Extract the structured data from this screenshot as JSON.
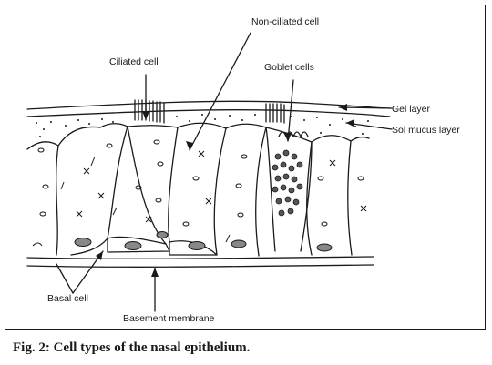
{
  "figure": {
    "labels": {
      "non_ciliated_cell": "Non-ciliated cell",
      "ciliated_cell": "Ciliated cell",
      "goblet_cells": "Goblet cells",
      "gel_layer": "Gel layer",
      "sol_mucus_layer": "Sol mucus layer",
      "basal_cell": "Basal cell",
      "basement_membrane": "Basement membrane"
    },
    "caption": "Fig. 2: Cell types of the nasal epithelium."
  },
  "colors": {
    "ink": "#1a1a1a",
    "background": "#ffffff"
  }
}
